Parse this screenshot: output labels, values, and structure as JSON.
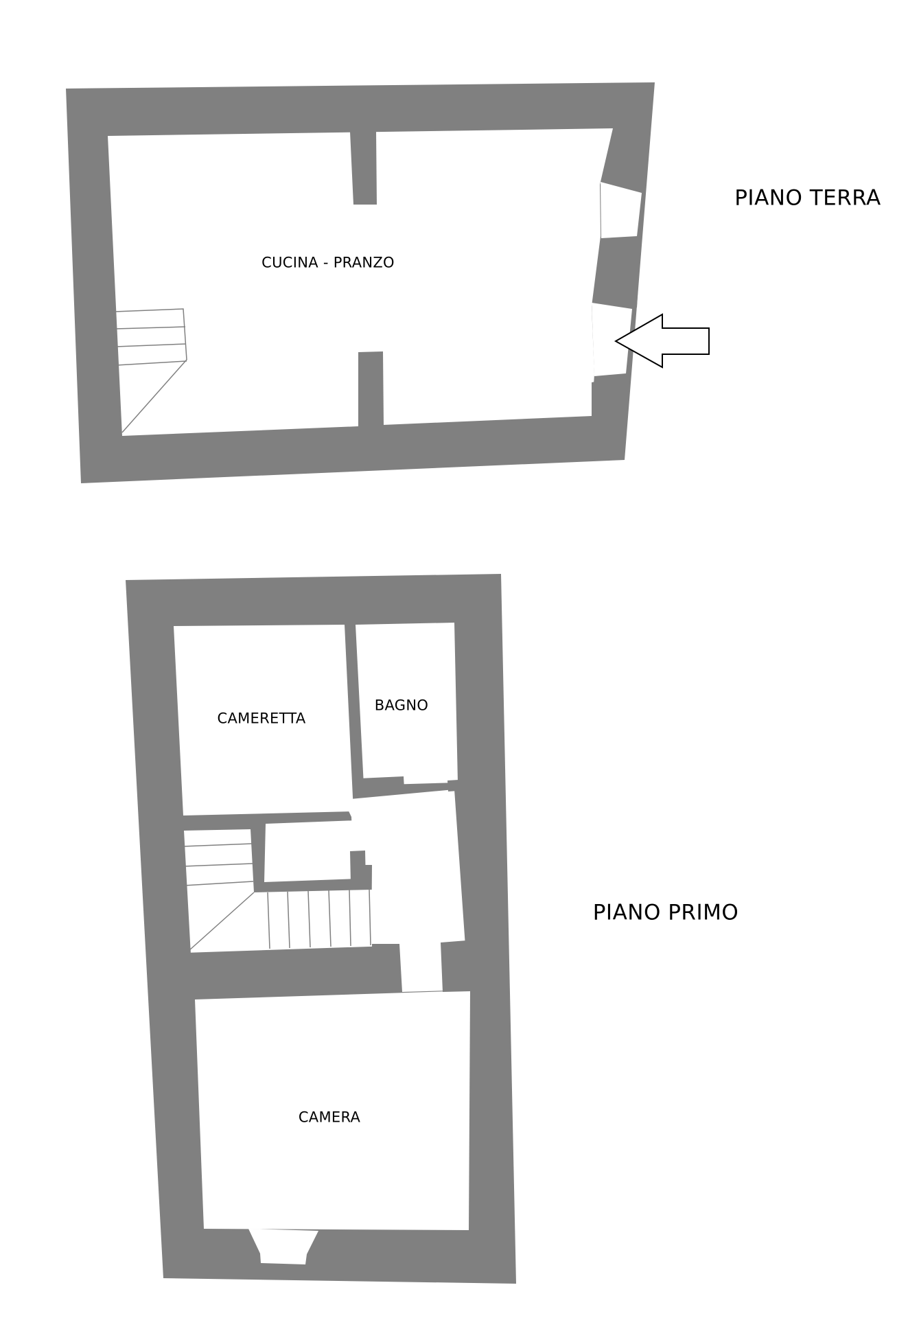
{
  "colors": {
    "wall": "#808080",
    "background": "#ffffff",
    "text": "#000000"
  },
  "floors": [
    {
      "id": "ground",
      "title": "PIANO TERRA",
      "rooms": [
        {
          "label": "CUCINA - PRANZO"
        }
      ],
      "features": [
        "staircase",
        "entrance-door",
        "window",
        "entrance-arrow"
      ]
    },
    {
      "id": "first",
      "title": "PIANO PRIMO",
      "rooms": [
        {
          "label": "CAMERETTA"
        },
        {
          "label": "BAGNO"
        },
        {
          "label": "CAMERA"
        }
      ],
      "features": [
        "staircase",
        "window"
      ]
    }
  ],
  "icons": {
    "entrance": "arrow-left-icon"
  }
}
